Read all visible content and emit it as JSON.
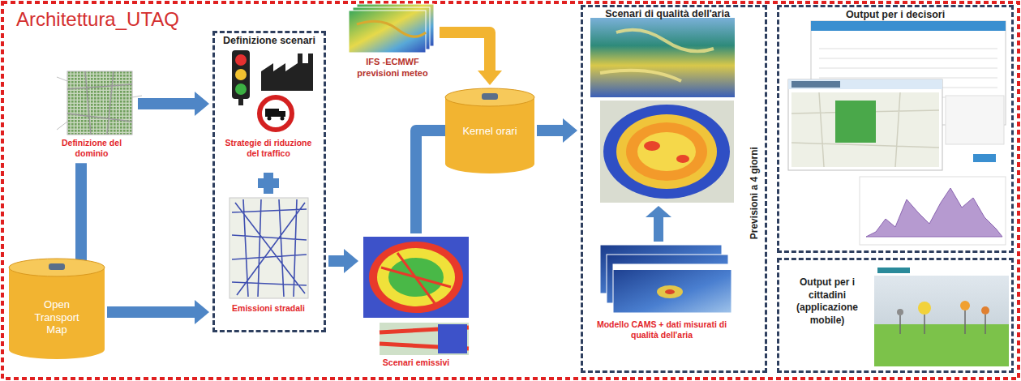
{
  "diagram": {
    "title": "Architettura_UTAQ",
    "nodes": [
      {
        "text": [
          "Definizione del dominio"
        ]
      },
      {
        "text": [
          "Open Transport Map"
        ]
      },
      {
        "text": [
          "Definizione scenari"
        ]
      },
      {
        "text": [
          "Strategie di riduzione del traffico"
        ],
        "in": 2
      },
      {
        "text": [
          "Emissioni stradali"
        ],
        "in": 2
      },
      {
        "text": [
          "IFS -ECMWF previsioni meteo"
        ]
      },
      {
        "text": [
          "Kernel orari"
        ]
      },
      {
        "text": [
          "Scenari emissivi"
        ]
      },
      {
        "text": [
          "Scenari di qualità dell'aria",
          "Previsioni a 4 giorni"
        ]
      },
      {
        "text": [
          "Modello CAMS + dati misurati di qualità dell'aria"
        ],
        "in": 8
      },
      {
        "text": [
          "Output per i decisori"
        ]
      },
      {
        "text": [
          "Output per i cittadini (applicazione mobile)"
        ]
      }
    ],
    "edges": [
      {
        "from": 0,
        "to": 2,
        "arrow": "to"
      },
      {
        "from": 0,
        "to": 1,
        "arrow": "none"
      },
      {
        "from": 1,
        "to": 2,
        "arrow": "to"
      },
      {
        "from": 2,
        "to": 7,
        "arrow": "to"
      },
      {
        "from": 5,
        "to": 6,
        "arrow": "to"
      },
      {
        "from": 7,
        "to": 6,
        "arrow": "none"
      },
      {
        "from": 6,
        "to": 8,
        "arrow": "to"
      }
    ]
  }
}
